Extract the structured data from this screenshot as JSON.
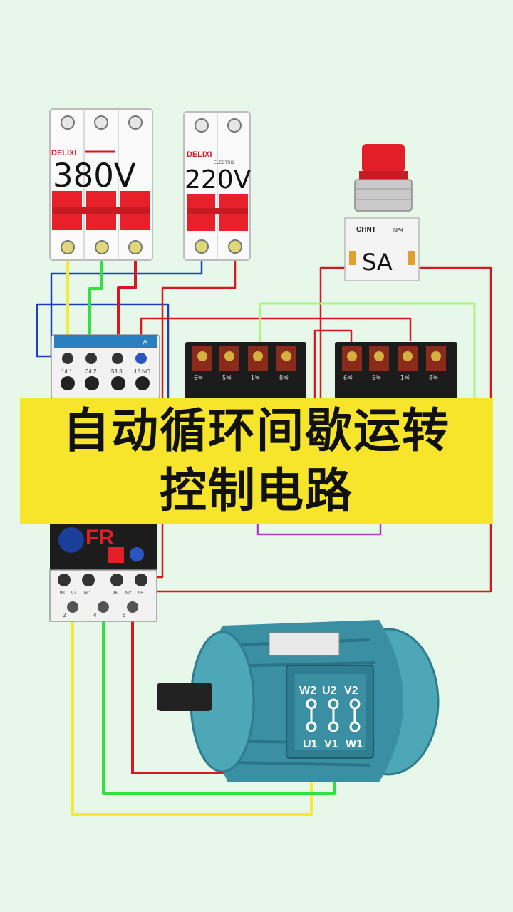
{
  "breakers": {
    "left": {
      "brand": "DELIXI",
      "voltage": "380V"
    },
    "right": {
      "brand": "DELIXI",
      "sublabel": "ELECTRIC",
      "voltage": "220V"
    }
  },
  "switch": {
    "brand": "CHNT",
    "model": "NP4",
    "label": "SA"
  },
  "contactor": {
    "terminal_labels": [
      "1/L1",
      "3/L2",
      "5/L3",
      "13 NO"
    ],
    "aux_label": "A"
  },
  "relays": {
    "left": {
      "pin_labels": [
        "6号",
        "5号",
        "1号",
        "8号"
      ]
    },
    "right": {
      "pin_labels": [
        "6号",
        "5号",
        "1号",
        "8号"
      ]
    }
  },
  "thermal_relay": {
    "label": "FR",
    "terminal_labels": [
      "98",
      "97",
      "NO",
      "NC",
      "96",
      "95"
    ],
    "bottom_labels": [
      "2",
      "4",
      "6"
    ]
  },
  "motor": {
    "top_terminals": [
      "W2",
      "U2",
      "V2"
    ],
    "bottom_terminals": [
      "U1",
      "V1",
      "W1"
    ]
  },
  "title": {
    "line1": "自动循环间歇运转",
    "line2": "控制电路"
  },
  "colors": {
    "background": "#e7f8ea",
    "banner": "#f6e52a",
    "wire_yellow": "#f2ea3c",
    "wire_green": "#34e040",
    "wire_red": "#d8181f",
    "wire_blue": "#1d3fb8",
    "wire_lime": "#a9f57d",
    "wire_purple": "#b03cc8",
    "breaker_red": "#e8202a",
    "motor_teal": "#3a8fa2"
  }
}
